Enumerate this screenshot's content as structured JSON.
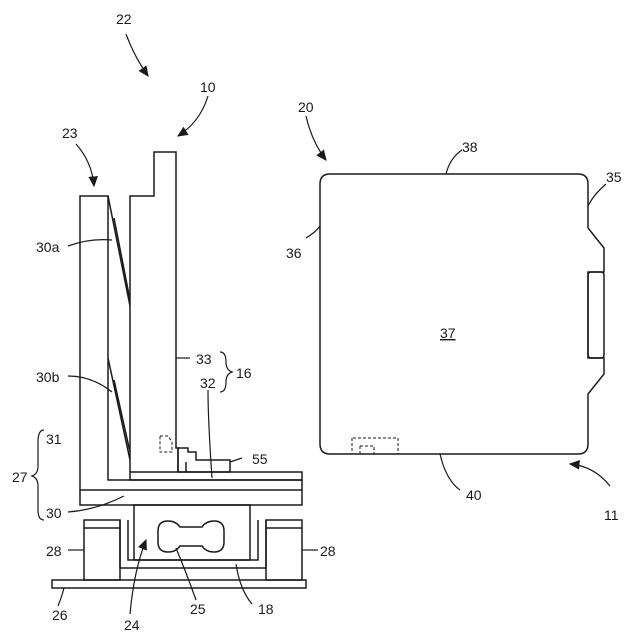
{
  "labels": {
    "n22": "22",
    "n10": "10",
    "n23": "23",
    "n20": "20",
    "n38": "38",
    "n35": "35",
    "n36": "36",
    "n30a": "30a",
    "n30b": "30b",
    "n33": "33",
    "n32": "32",
    "n16": "16",
    "n37": "37",
    "n31": "31",
    "n27": "27",
    "n55": "55",
    "n30": "30",
    "n28_left": "28",
    "n28_right": "28",
    "n40": "40",
    "n11": "11",
    "n26": "26",
    "n25": "25",
    "n18": "18",
    "n24": "24"
  },
  "colors": {
    "line": "#1a1a1a",
    "background": "#ffffff"
  }
}
